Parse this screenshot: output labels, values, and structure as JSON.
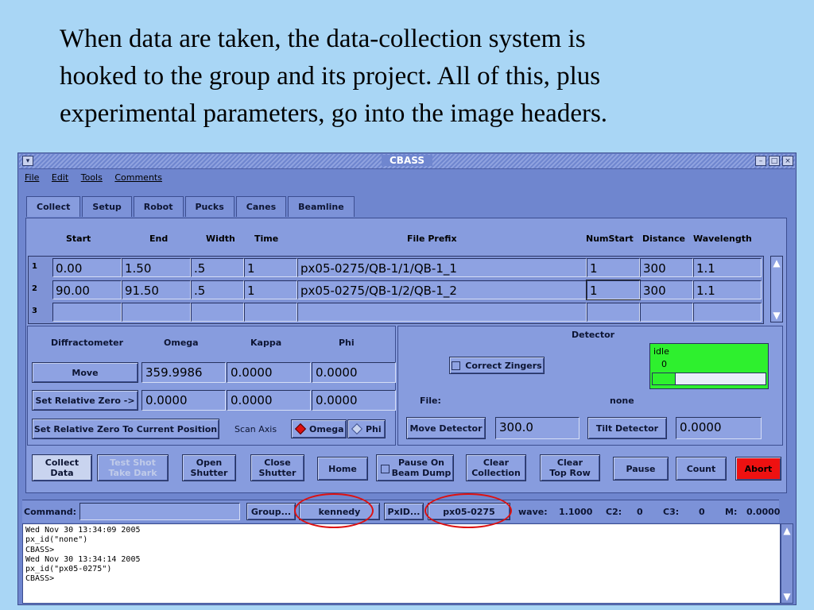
{
  "caption": "When data are taken, the data-collection system is\nhooked to the group and its project.  All of this, plus\nexperimental parameters, go into the image headers.",
  "window": {
    "title": "CBASS"
  },
  "menu": [
    "File",
    "Edit",
    "Tools",
    "Comments"
  ],
  "tabs": [
    "Collect",
    "Setup",
    "Robot",
    "Pucks",
    "Canes",
    "Beamline"
  ],
  "grid": {
    "headers": [
      "Start",
      "End",
      "Width",
      "Time",
      "File  Prefix",
      "NumStart",
      "Distance",
      "Wavelength"
    ],
    "rows": [
      {
        "num": "1",
        "start": "0.00",
        "end": "1.50",
        "width": ".5",
        "time": "1",
        "prefix": "px05-0275/QB-1/1/QB-1_1",
        "numstart": "1",
        "distance": "300",
        "wavelength": "1.1"
      },
      {
        "num": "2",
        "start": "90.00",
        "end": "91.50",
        "width": ".5",
        "time": "1",
        "prefix": "px05-0275/QB-1/2/QB-1_2",
        "numstart": "1",
        "distance": "300",
        "wavelength": "1.1"
      },
      {
        "num": "3",
        "start": "",
        "end": "",
        "width": "",
        "time": "",
        "prefix": "",
        "numstart": "",
        "distance": "",
        "wavelength": ""
      }
    ]
  },
  "diffractometer": {
    "title": "Diffractometer",
    "col_omega": "Omega",
    "col_kappa": "Kappa",
    "col_phi": "Phi",
    "move_label": "Move",
    "move_omega": "359.9986",
    "move_kappa": "0.0000",
    "move_phi": "0.0000",
    "rel_zero_label": "Set Relative Zero ->",
    "rel_omega": "0.0000",
    "rel_kappa": "0.0000",
    "rel_phi": "0.0000",
    "rel_zero_current_label": "Set Relative Zero To Current Position",
    "scan_axis_label": "Scan Axis",
    "scan_omega": "Omega",
    "scan_phi": "Phi"
  },
  "detector": {
    "title": "Detector",
    "correct_zingers": "Correct Zingers",
    "status_text": "idle",
    "status_count": "0",
    "status_fill": 0.2,
    "file_label": "File:",
    "file_value": "none",
    "move_label": "Move Detector",
    "move_value": "300.0",
    "tilt_label": "Tilt Detector",
    "tilt_value": "0.0000"
  },
  "actions": {
    "collect_data": "Collect\nData",
    "test_shot": "Test Shot\nTake Dark",
    "open_shutter": "Open\nShutter",
    "close_shutter": "Close\nShutter",
    "home": "Home",
    "pause_beam_dump": "Pause On\nBeam Dump",
    "clear_collection": "Clear\nCollection",
    "clear_top_row": "Clear\nTop Row",
    "pause": "Pause",
    "count": "Count",
    "abort": "Abort"
  },
  "command": {
    "label": "Command:",
    "value": "",
    "group_btn": "Group...",
    "group_value": "kennedy",
    "pxid_btn": "PxID...",
    "pxid_value": "px05-0275",
    "wave_label": "wave:",
    "wave_value": "1.1000",
    "c2_label": "C2:",
    "c2_value": "0",
    "c3_label": "C3:",
    "c3_value": "0",
    "m_label": "M:",
    "m_value": "0.0000"
  },
  "console": {
    "text": "Wed Nov 30 13:34:09 2005\npx_id(\"none\")\nCBASS>\nWed Nov 30 13:34:14 2005\npx_id(\"px05-0275\")\nCBASS>"
  },
  "colors": {
    "window": "#6f86cf",
    "panel": "#879cde",
    "status_idle": "#2ef02e",
    "abort": "#ee1111",
    "highlight_oval": "#dd1111"
  }
}
